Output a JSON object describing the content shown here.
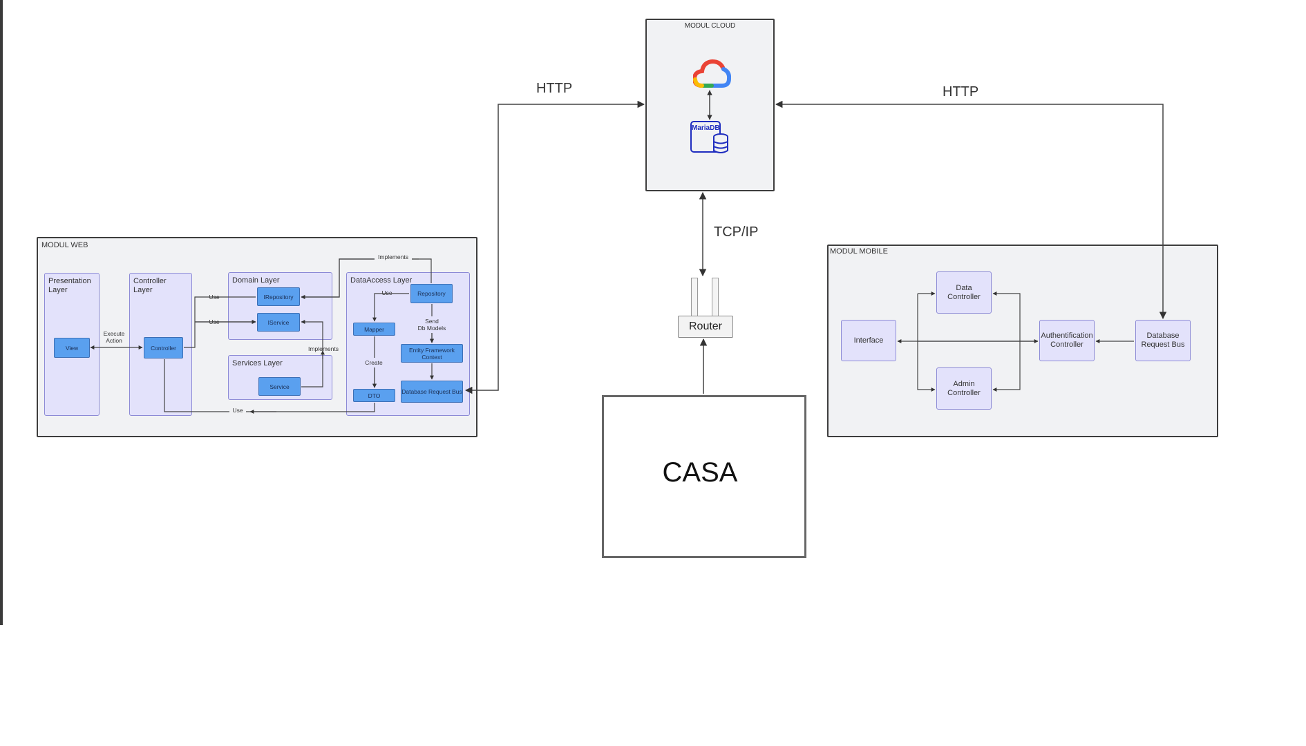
{
  "cloud": {
    "title": "MODUL CLOUD",
    "db_label": "MariaDB"
  },
  "connections": {
    "http_left": "HTTP",
    "http_right": "HTTP",
    "tcp": "TCP/IP"
  },
  "router": {
    "label": "Router"
  },
  "casa": {
    "label": "CASA"
  },
  "web": {
    "title": "MODUL WEB",
    "presentation_layer": "Presentation\nLayer",
    "controller_layer": "Controller\nLayer",
    "domain_layer": "Domain Layer",
    "services_layer": "Services Layer",
    "dataaccess_layer": "DataAccess Layer",
    "view": "View",
    "controller": "Controller",
    "irepository": "IRepository",
    "iservice": "IService",
    "service": "Service",
    "repository": "Repository",
    "mapper": "Mapper",
    "dto": "DTO",
    "ef_context": "Entity Framework Context",
    "db_request_bus": "Database Request Bus",
    "lbl_execute_action": "Execute\nAction",
    "lbl_use_1": "Use",
    "lbl_use_2": "Use",
    "lbl_use_3": "Use",
    "lbl_use_bottom": "Use",
    "lbl_implements_top": "Implements",
    "lbl_implements_mid": "Implements",
    "lbl_send_db": "Send\nDb Models",
    "lbl_create": "Create"
  },
  "mobile": {
    "title": "MODUL MOBILE",
    "interface": "Interface",
    "data_controller": "Data\nController",
    "admin_controller": "Admin\nController",
    "auth_controller": "Authentification\nController",
    "db_request_bus": "Database\nRequest Bus"
  },
  "colors": {
    "layer_fill": "#e3e2fb",
    "blue_box": "#5aa0ef",
    "module_fill": "#f1f2f4",
    "mariadb_blue": "#1f2dbf"
  }
}
